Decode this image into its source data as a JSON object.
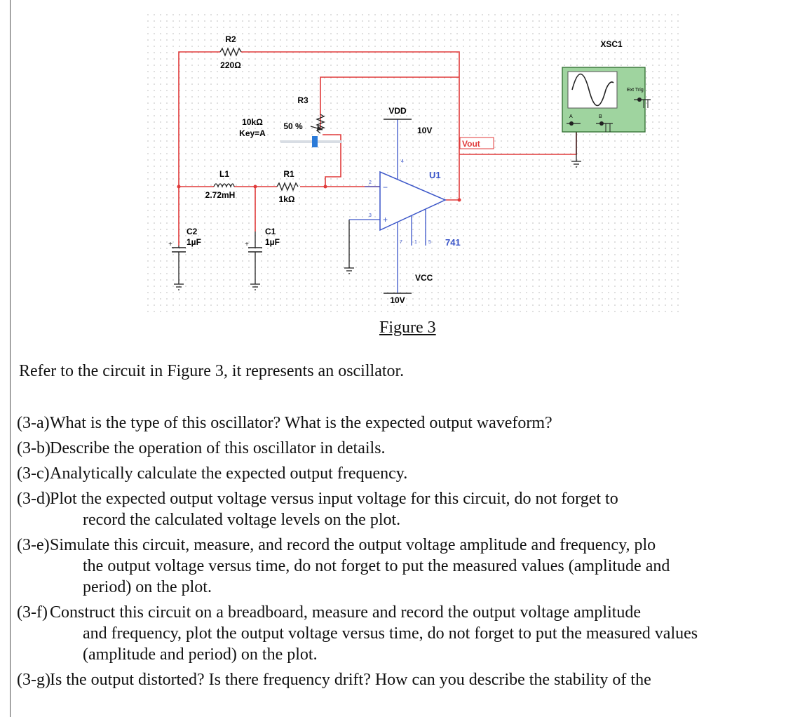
{
  "schematic": {
    "r2": {
      "ref": "R2",
      "value": "220Ω"
    },
    "r3": {
      "ref": "R3",
      "value": "10kΩ",
      "key": "Key=A",
      "setting": "50 %"
    },
    "l1": {
      "ref": "L1",
      "value": "2.72mH"
    },
    "r1": {
      "ref": "R1",
      "value": "1kΩ"
    },
    "c2": {
      "ref": "C2",
      "value": "1µF"
    },
    "c1": {
      "ref": "C1",
      "value": "1µF"
    },
    "vdd": {
      "ref": "VDD",
      "value": "10V"
    },
    "vcc": {
      "ref": "VCC",
      "value": "10V"
    },
    "opamp": {
      "ref": "U1",
      "part": "741"
    },
    "pins": {
      "p4": "4",
      "p2": "2",
      "p3": "3",
      "p7": "7",
      "p1": "1",
      "p5": "5"
    },
    "net_label": "Vout",
    "scope": {
      "ref": "XSC1",
      "ch_a": "A",
      "ch_b": "B",
      "trig": "Ext Trig"
    },
    "wire_color": "#e03a3a",
    "grid_dot_color": "#c8c8c8",
    "scope_body_color": "#9fd49f"
  },
  "figure_caption": "Figure 3",
  "intro": "Refer to the circuit in Figure 3, it represents an oscillator.",
  "questions": [
    {
      "id": "(3-a)",
      "lines": [
        "What is the type of this oscillator? What is the expected output waveform?"
      ]
    },
    {
      "id": "(3-b)",
      "lines": [
        "Describe the operation of this oscillator in details."
      ]
    },
    {
      "id": "(3-c)",
      "lines": [
        "Analytically calculate the expected output frequency."
      ]
    },
    {
      "id": "(3-d)",
      "lines": [
        "Plot the expected output voltage versus input voltage for this circuit, do not forget to",
        "record the calculated voltage levels on the plot."
      ]
    },
    {
      "id": "(3-e)",
      "lines": [
        "Simulate this circuit, measure, and record the output voltage amplitude and frequency, plo",
        "the output voltage versus time, do not forget to put the measured values (amplitude and",
        "period) on the plot."
      ]
    },
    {
      "id": "(3-f)",
      "lines": [
        "Construct this circuit on a breadboard, measure and record the output voltage amplitude",
        "and frequency, plot the output voltage versus time, do not forget to put the measured values",
        "(amplitude and period) on the plot."
      ]
    },
    {
      "id": "(3-g)",
      "lines": [
        "Is the output distorted? Is there frequency drift? How can you describe the stability of the"
      ]
    }
  ]
}
